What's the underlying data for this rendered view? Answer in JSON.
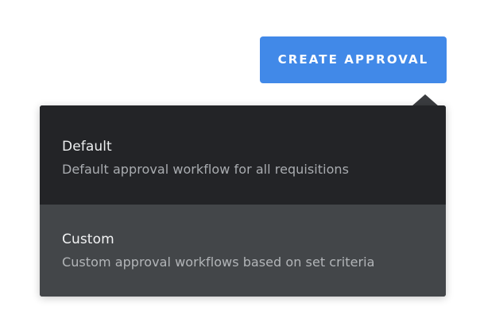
{
  "colors": {
    "page_background": "#ffffff",
    "button_blue": "#4189e8",
    "button_text": "#ffffff",
    "menu_background": "#232427",
    "menu_item_hover_background": "#434649",
    "caret": "#3a3c3f",
    "item_title_text": "#eceeef",
    "item_description_text": "#a9acb0"
  },
  "button": {
    "label": "Create Approval",
    "display_label": "CREATE APPROVAL"
  },
  "dropdown": {
    "caret_icon": "caret-up-icon",
    "items": [
      {
        "id": "default",
        "title": "Default",
        "description": "Default approval workflow for all requisitions",
        "state": "normal"
      },
      {
        "id": "custom",
        "title": "Custom",
        "description": "Custom approval workflows based on set criteria",
        "state": "hover"
      }
    ]
  }
}
